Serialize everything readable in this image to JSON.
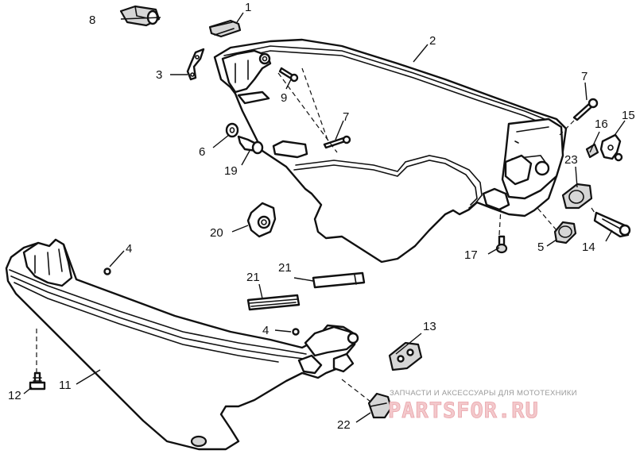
{
  "callouts": {
    "c1": "1",
    "c2": "2",
    "c3": "3",
    "c4a": "4",
    "c4b": "4",
    "c5": "5",
    "c6": "6",
    "c7a": "7",
    "c7b": "7",
    "c8": "8",
    "c9": "9",
    "c11": "11",
    "c12": "12",
    "c13": "13",
    "c14": "14",
    "c15": "15",
    "c16": "16",
    "c17": "17",
    "c19": "19",
    "c20": "20",
    "c21a": "21",
    "c21b": "21",
    "c22": "22",
    "c23": "23"
  },
  "watermark": {
    "caption": "ЗАПЧАСТИ И АКСЕССУАРЫ ДЛЯ МОТОТЕХНИКИ",
    "logo": "PARTSFOR.RU"
  }
}
